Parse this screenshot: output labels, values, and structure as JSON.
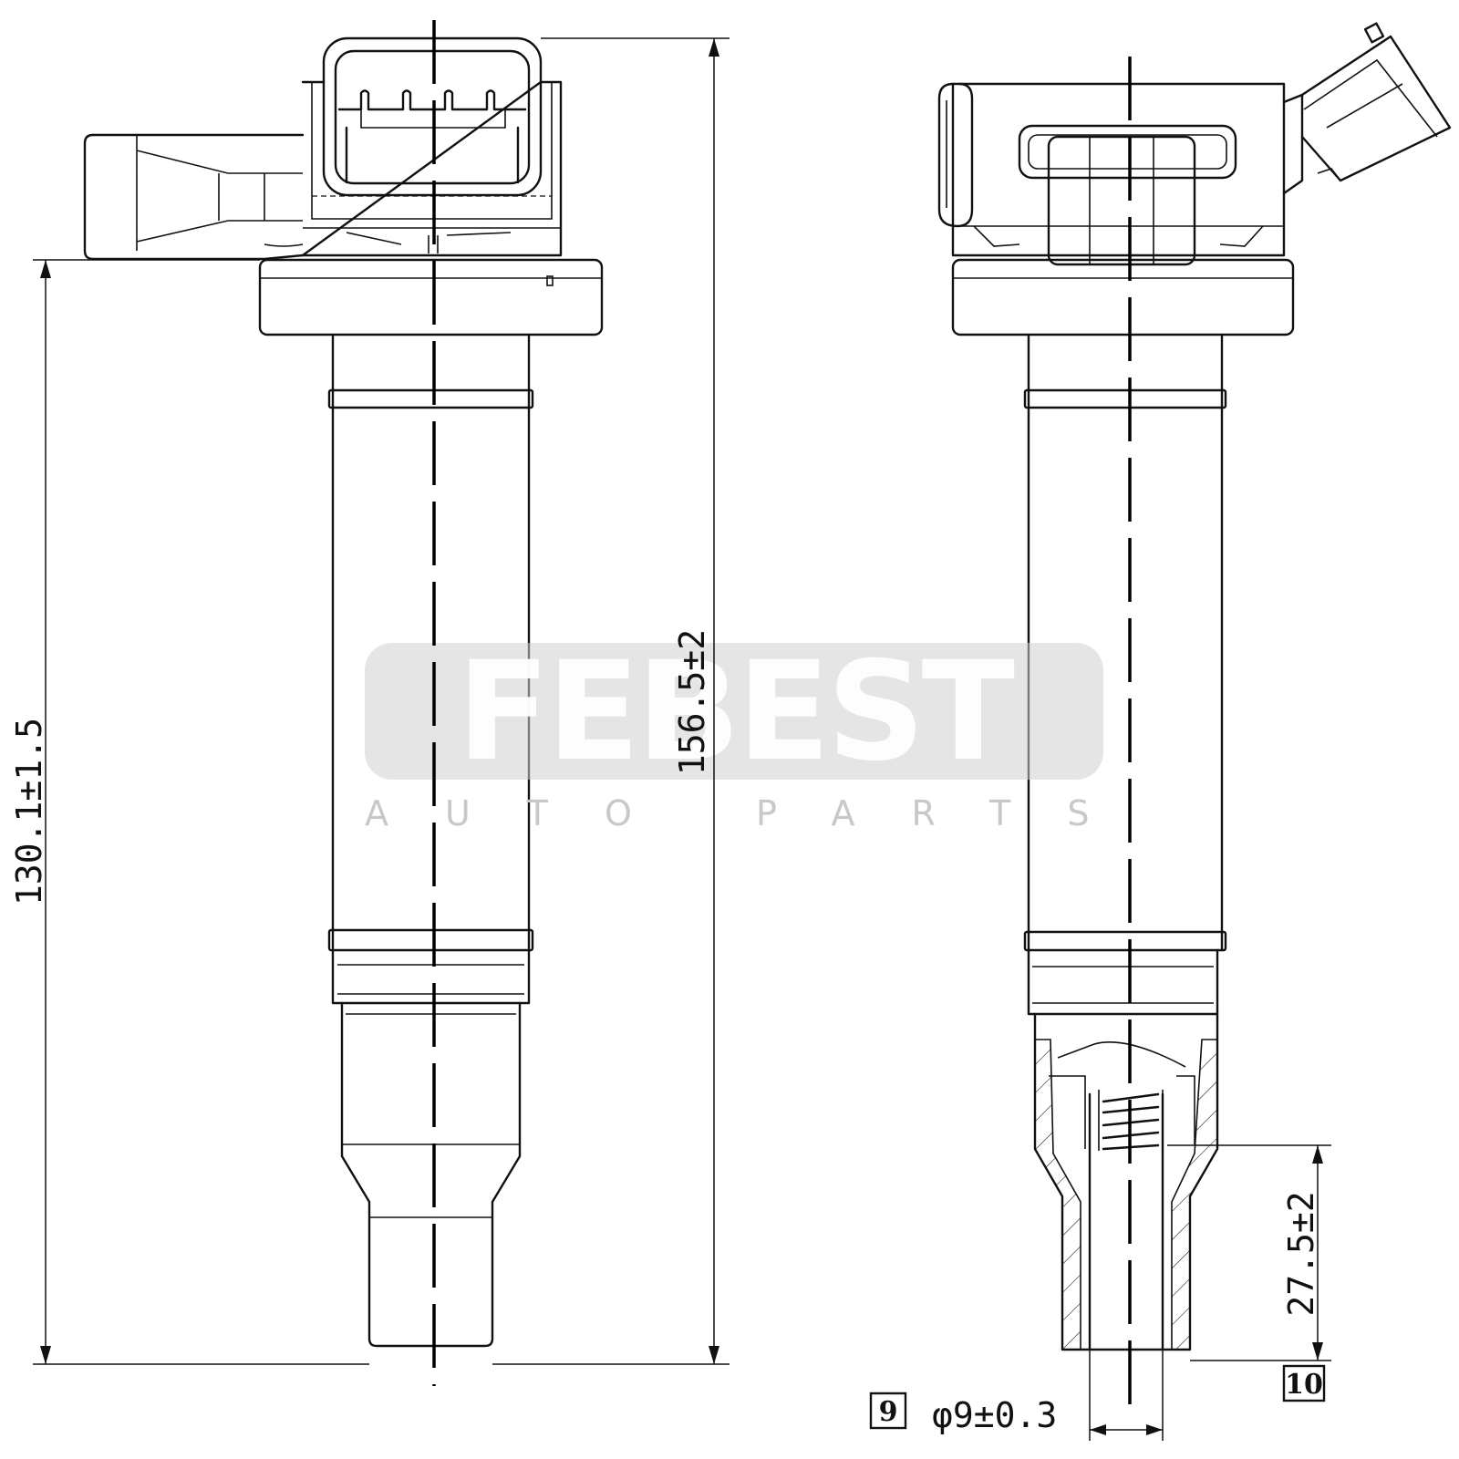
{
  "dimensions": {
    "overall_length": "156.5±2",
    "body_length": "130.1±1.5",
    "spring_depth": "27.5±2",
    "tip_diameter": "φ9±0.3"
  },
  "callouts": {
    "tip_diameter_ref": "9",
    "tip_end_ref": "10"
  },
  "watermark": {
    "brand": "FEBEST",
    "tagline": "AUTO PARTS"
  }
}
